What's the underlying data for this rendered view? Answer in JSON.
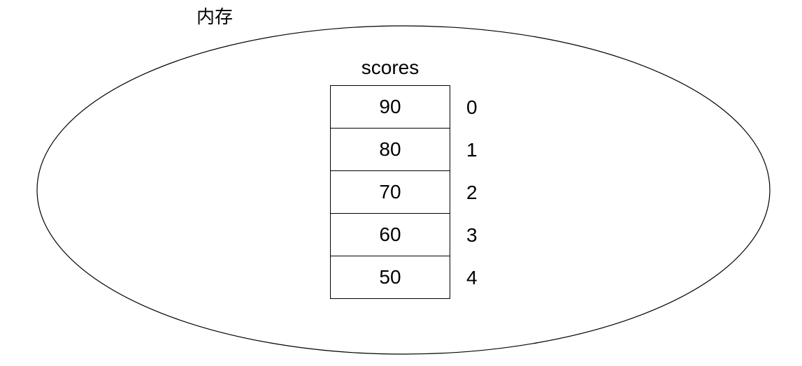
{
  "colors": {
    "background": "#ffffff",
    "stroke": "#000000",
    "text": "#000000"
  },
  "diagram": {
    "memory_label": "内存",
    "array_label": "scores",
    "cells": [
      {
        "value": "90",
        "index": "0"
      },
      {
        "value": "80",
        "index": "1"
      },
      {
        "value": "70",
        "index": "2"
      },
      {
        "value": "60",
        "index": "3"
      },
      {
        "value": "50",
        "index": "4"
      }
    ]
  }
}
